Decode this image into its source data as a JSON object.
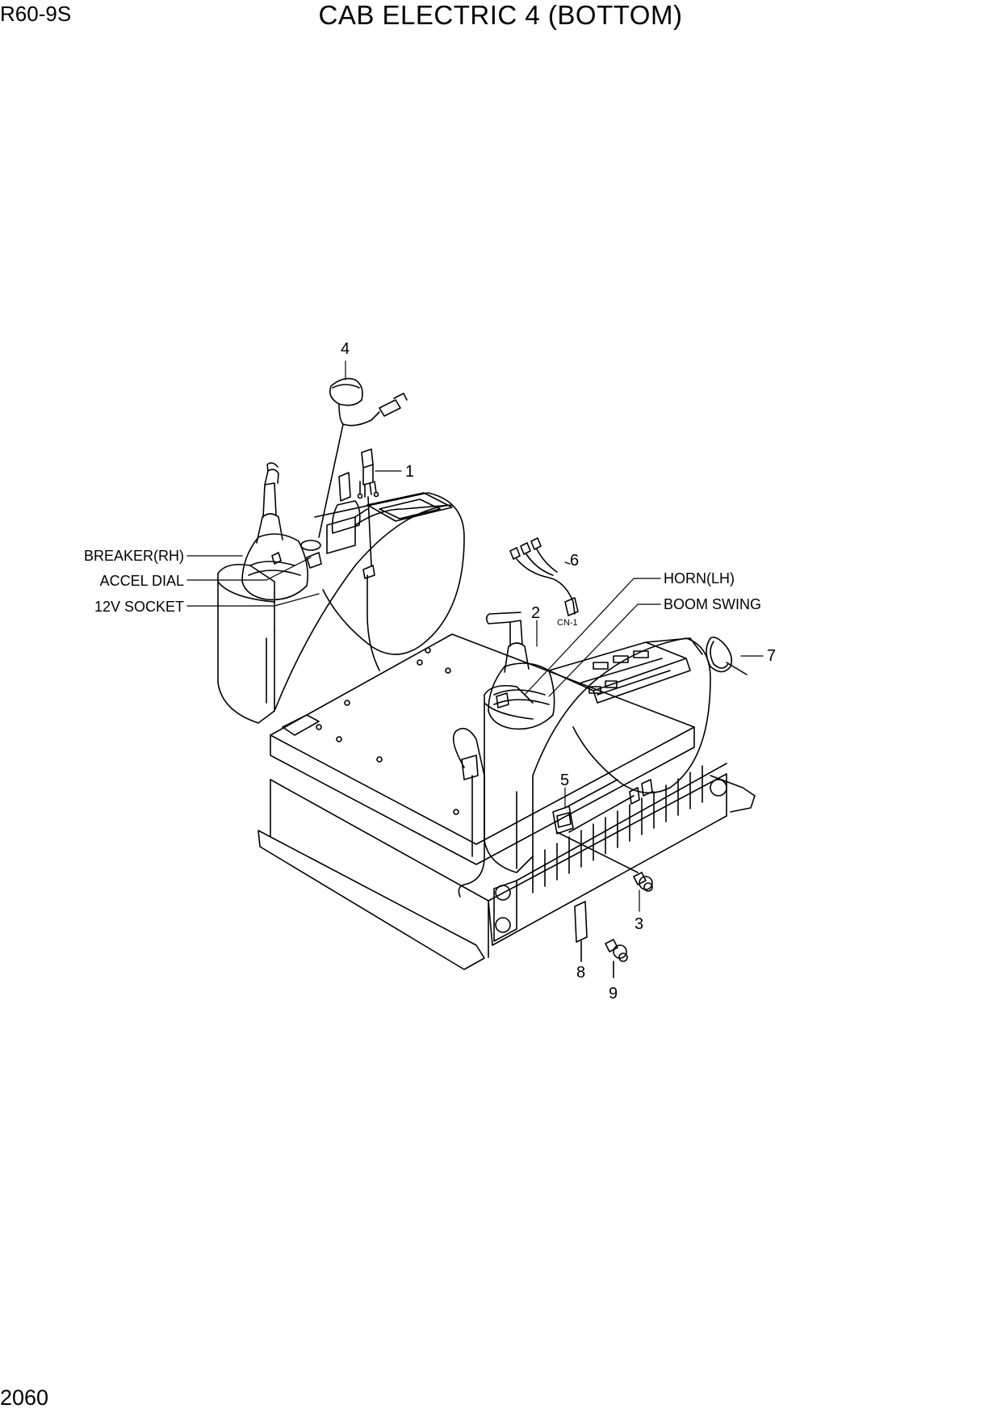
{
  "header": {
    "model": "R60-9S",
    "title": "CAB ELECTRIC 4 (BOTTOM)"
  },
  "footer": {
    "page_number": "2060"
  },
  "callouts": {
    "breaker": "BREAKER(RH)",
    "accel": "ACCEL DIAL",
    "socket": "12V SOCKET",
    "horn": "HORN(LH)",
    "boom": "BOOM SWING",
    "connector": "CN-1"
  },
  "parts": [
    "1",
    "2",
    "3",
    "4",
    "5",
    "6",
    "7",
    "8",
    "9"
  ]
}
